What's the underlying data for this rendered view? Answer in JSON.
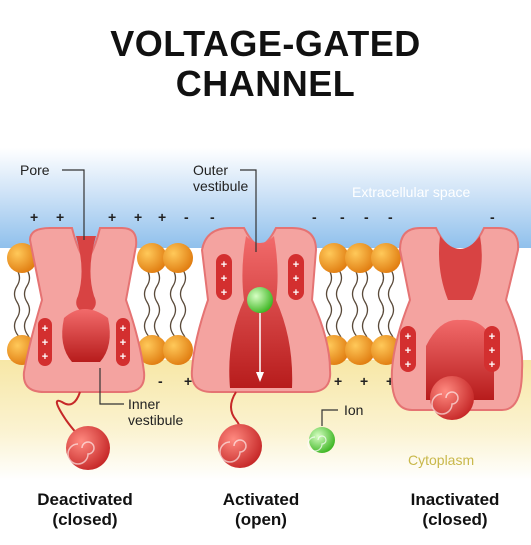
{
  "title": {
    "line1": "VOLTAGE-GATED",
    "line2": "CHANNEL"
  },
  "regions": {
    "extracellular": "Extracellular space",
    "cytoplasm": "Cytoplasm"
  },
  "annotations": {
    "pore": "Pore",
    "outer_vestibule": [
      "Outer",
      "vestibule"
    ],
    "inner_vestibule": [
      "Inner",
      "vestibule"
    ],
    "ion": "Ion"
  },
  "states": [
    {
      "line1": "Deactivated",
      "line2": "(closed)"
    },
    {
      "line1": "Activated",
      "line2": "(open)"
    },
    {
      "line1": "Inactivated",
      "line2": "(closed)"
    }
  ],
  "charges": {
    "positive": "+",
    "negative": "-"
  },
  "colors": {
    "extracellular": "#a9cdf0",
    "cytoplasm": "#fbf2c8",
    "lipid_head": "#f39a1e",
    "channel": "#f4a3a0",
    "channel_inner": "#e64545",
    "ion": "#7ed957",
    "ball": "#e53935"
  }
}
